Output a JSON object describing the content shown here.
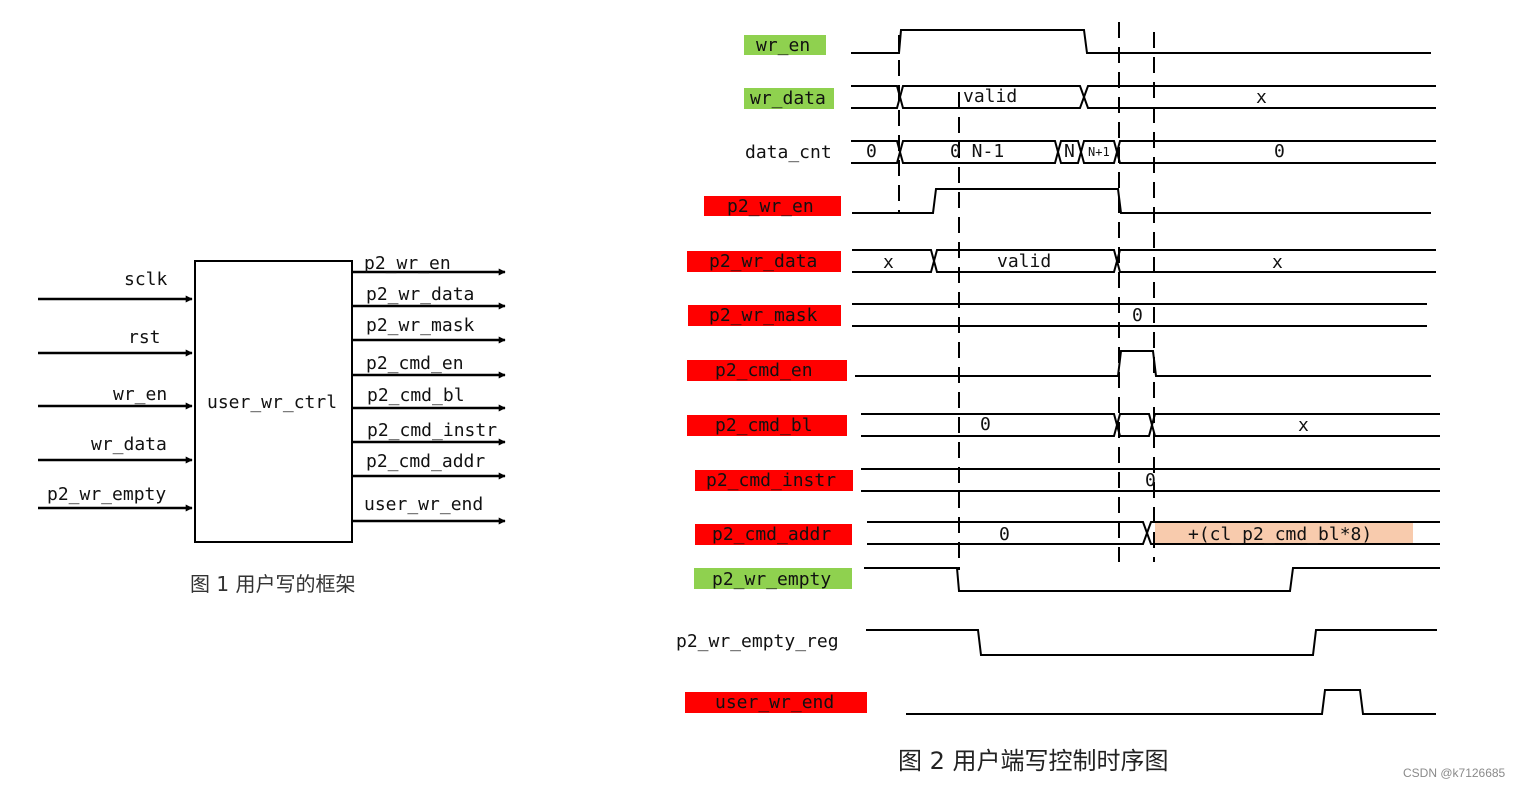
{
  "block_diagram": {
    "block_label": "user_wr_ctrl",
    "inputs": [
      "sclk",
      "rst",
      "wr_en",
      "wr_data",
      "p2_wr_empty"
    ],
    "outputs": [
      "p2_wr_en",
      "p2_wr_data",
      "p2_wr_mask",
      "p2_cmd_en",
      "p2_cmd_bl",
      "p2_cmd_instr",
      "p2_cmd_addr",
      "user_wr_end"
    ],
    "caption": "图 1  用户写的框架"
  },
  "timing_diagram": {
    "caption": "图 2  用户端写控制时序图",
    "colors": {
      "green": "#8fd14f",
      "red": "#ff0000",
      "peach": "#f8cbad"
    },
    "signals": [
      {
        "name": "wr_en",
        "highlight": "green"
      },
      {
        "name": "wr_data",
        "highlight": "green",
        "values": [
          "valid",
          "x"
        ]
      },
      {
        "name": "data_cnt",
        "highlight": "none",
        "values": [
          "0",
          "0 N-1",
          "N",
          "N+1",
          "0"
        ]
      },
      {
        "name": "p2_wr_en",
        "highlight": "red"
      },
      {
        "name": "p2_wr_data",
        "highlight": "red",
        "values": [
          "x",
          "valid",
          "x"
        ]
      },
      {
        "name": "p2_wr_mask",
        "highlight": "red",
        "values": [
          "0"
        ]
      },
      {
        "name": "p2_cmd_en",
        "highlight": "red"
      },
      {
        "name": "p2_cmd_bl",
        "highlight": "red",
        "values": [
          "0",
          "x"
        ]
      },
      {
        "name": "p2_cmd_instr",
        "highlight": "red",
        "values": [
          "0"
        ]
      },
      {
        "name": "p2_cmd_addr",
        "highlight": "red",
        "values": [
          "0",
          "+(cl_p2_cmd_bl*8)"
        ]
      },
      {
        "name": "p2_wr_empty",
        "highlight": "green"
      },
      {
        "name": "p2_wr_empty_reg",
        "highlight": "none"
      },
      {
        "name": "user_wr_end",
        "highlight": "red"
      }
    ]
  },
  "watermark": "CSDN @k7126685"
}
